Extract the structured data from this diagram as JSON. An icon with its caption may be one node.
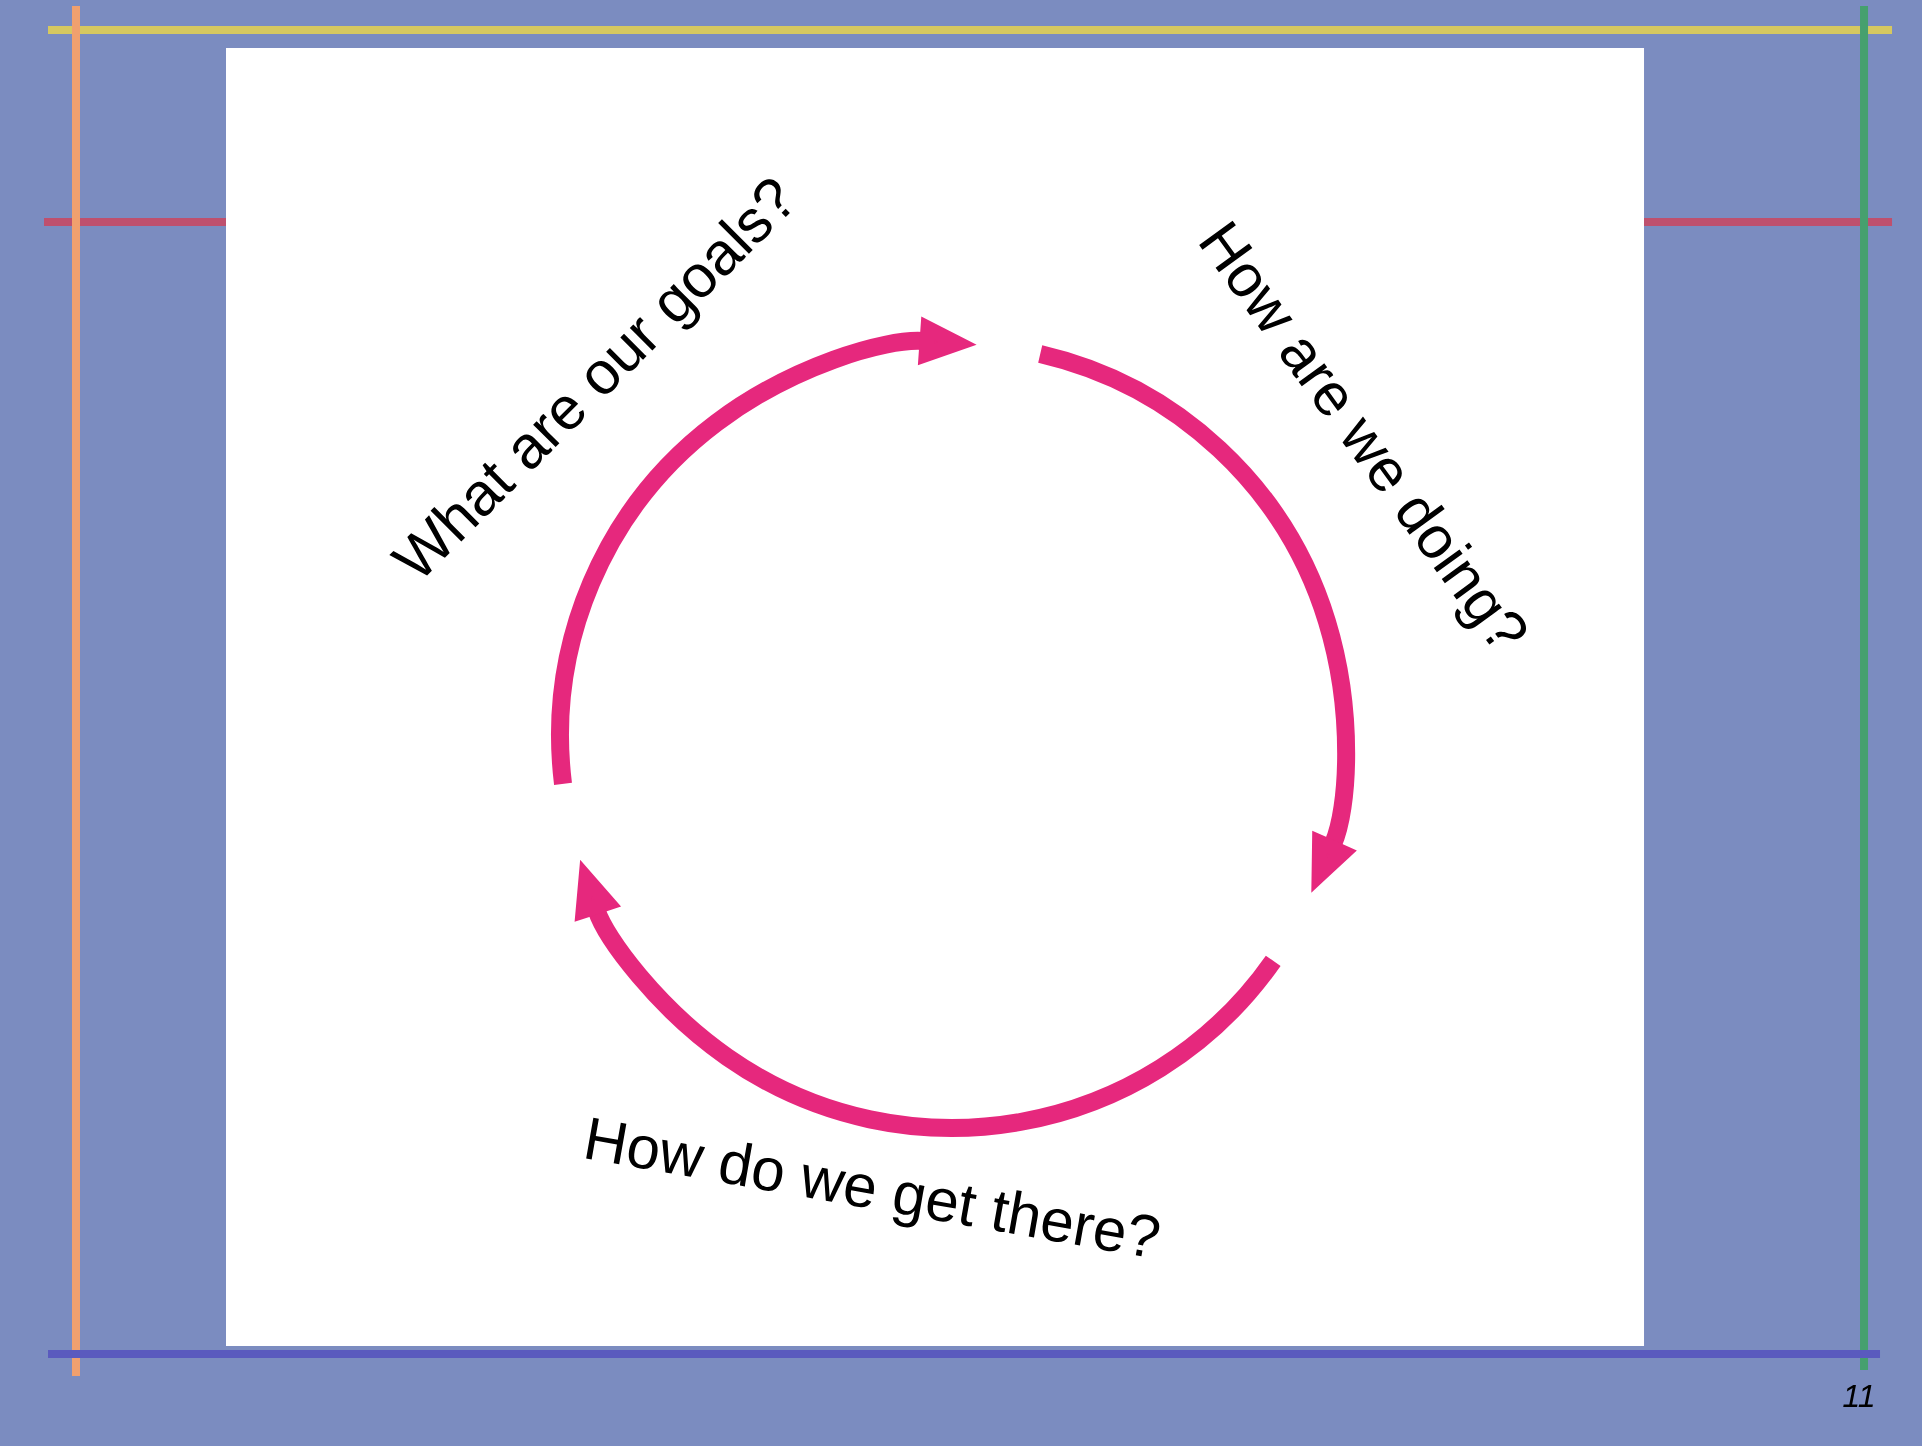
{
  "diagram": {
    "labels": [
      "What are our goals?",
      "How are we doing?",
      "How do we get there?",
      "11"
    ]
  }
}
